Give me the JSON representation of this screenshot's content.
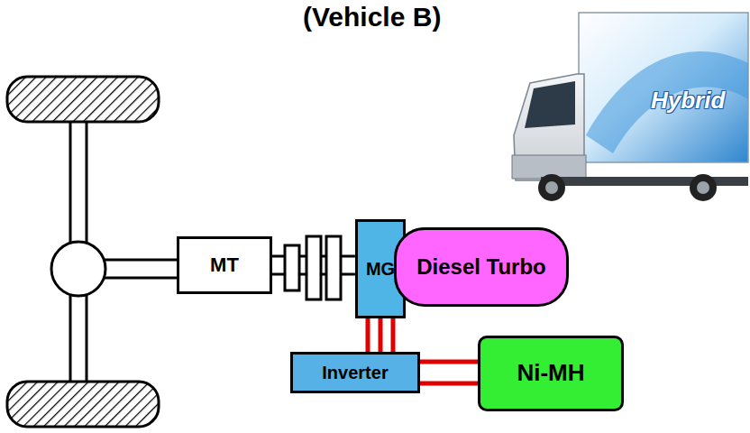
{
  "diagram": {
    "title": "(Vehicle B)",
    "nodes": [
      {
        "text": [
          "MT"
        ]
      },
      {
        "text": [
          "MG"
        ]
      },
      {
        "text": [
          "Diesel Turbo"
        ]
      },
      {
        "text": [
          "Inverter"
        ]
      },
      {
        "text": [
          "Ni-MH"
        ]
      }
    ],
    "edges": [
      {
        "from": 0,
        "to": 1,
        "arrow": "none"
      },
      {
        "from": 1,
        "to": 3,
        "arrow": "none"
      },
      {
        "from": 3,
        "to": 4,
        "arrow": "none"
      }
    ],
    "labels": [
      "Hybrid"
    ]
  }
}
